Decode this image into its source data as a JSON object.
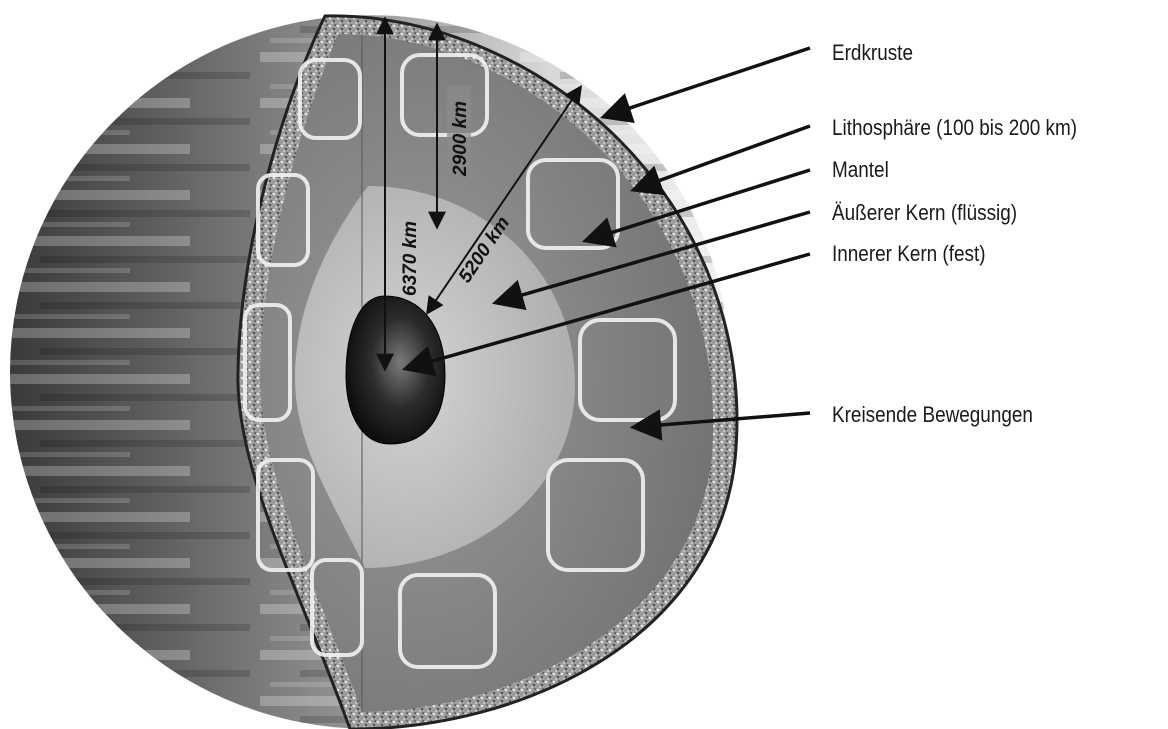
{
  "labels": {
    "crust": "Erdkruste",
    "lithosphere": "Lithosphäre (100 bis 200 km)",
    "mantle": "Mantel",
    "outer_core": "Äußerer Kern (flüssig)",
    "inner_core": "Innerer Kern (fest)",
    "convection": "Kreisende Bewegungen"
  },
  "dimensions": {
    "earth_radius": "6370 km",
    "core_radius": "5200 km",
    "mantle_depth": "2900 km"
  },
  "colors": {
    "background": "#ffffff",
    "crust_speckle": "#bdbdbd",
    "mantle": "#7b7b7b",
    "outer_core": "#b9b9b9",
    "inner_core": "#1c1c1c",
    "convection_arrows": "#f2f2f2",
    "leader_lines": "#111111"
  }
}
